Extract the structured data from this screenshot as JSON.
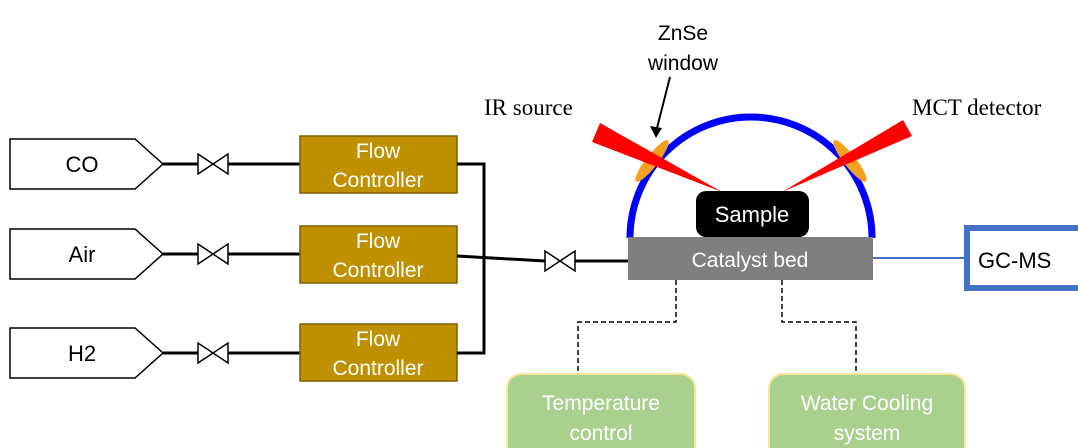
{
  "gases": [
    {
      "label": "CO"
    },
    {
      "label": "Air"
    },
    {
      "label": "H2"
    }
  ],
  "controllers": [
    {
      "line1": "Flow",
      "line2": "Controller"
    },
    {
      "line1": "Flow",
      "line2": "Controller"
    },
    {
      "line1": "Flow",
      "line2": "Controller"
    }
  ],
  "cell": {
    "window_line1": "ZnSe",
    "window_line2": "window",
    "ir_source": "IR source",
    "detector": "MCT detector",
    "sample": "Sample",
    "catalyst_bed": "Catalyst bed"
  },
  "analyzer": {
    "label": "GC-MS"
  },
  "aux": {
    "temperature_line1": "Temperature",
    "temperature_line2": "control",
    "cooling_line1": "Water Cooling",
    "cooling_line2": "system"
  },
  "colors": {
    "controller_fill": "#bf9000",
    "dome": "#0000ff",
    "window": "#f4a021",
    "beam": "#ff0000",
    "catalyst_bed": "#7f7f7f",
    "analyzer_border": "#4472c4",
    "aux_fill": "#a9d18e",
    "aux_border": "#ffe699"
  }
}
